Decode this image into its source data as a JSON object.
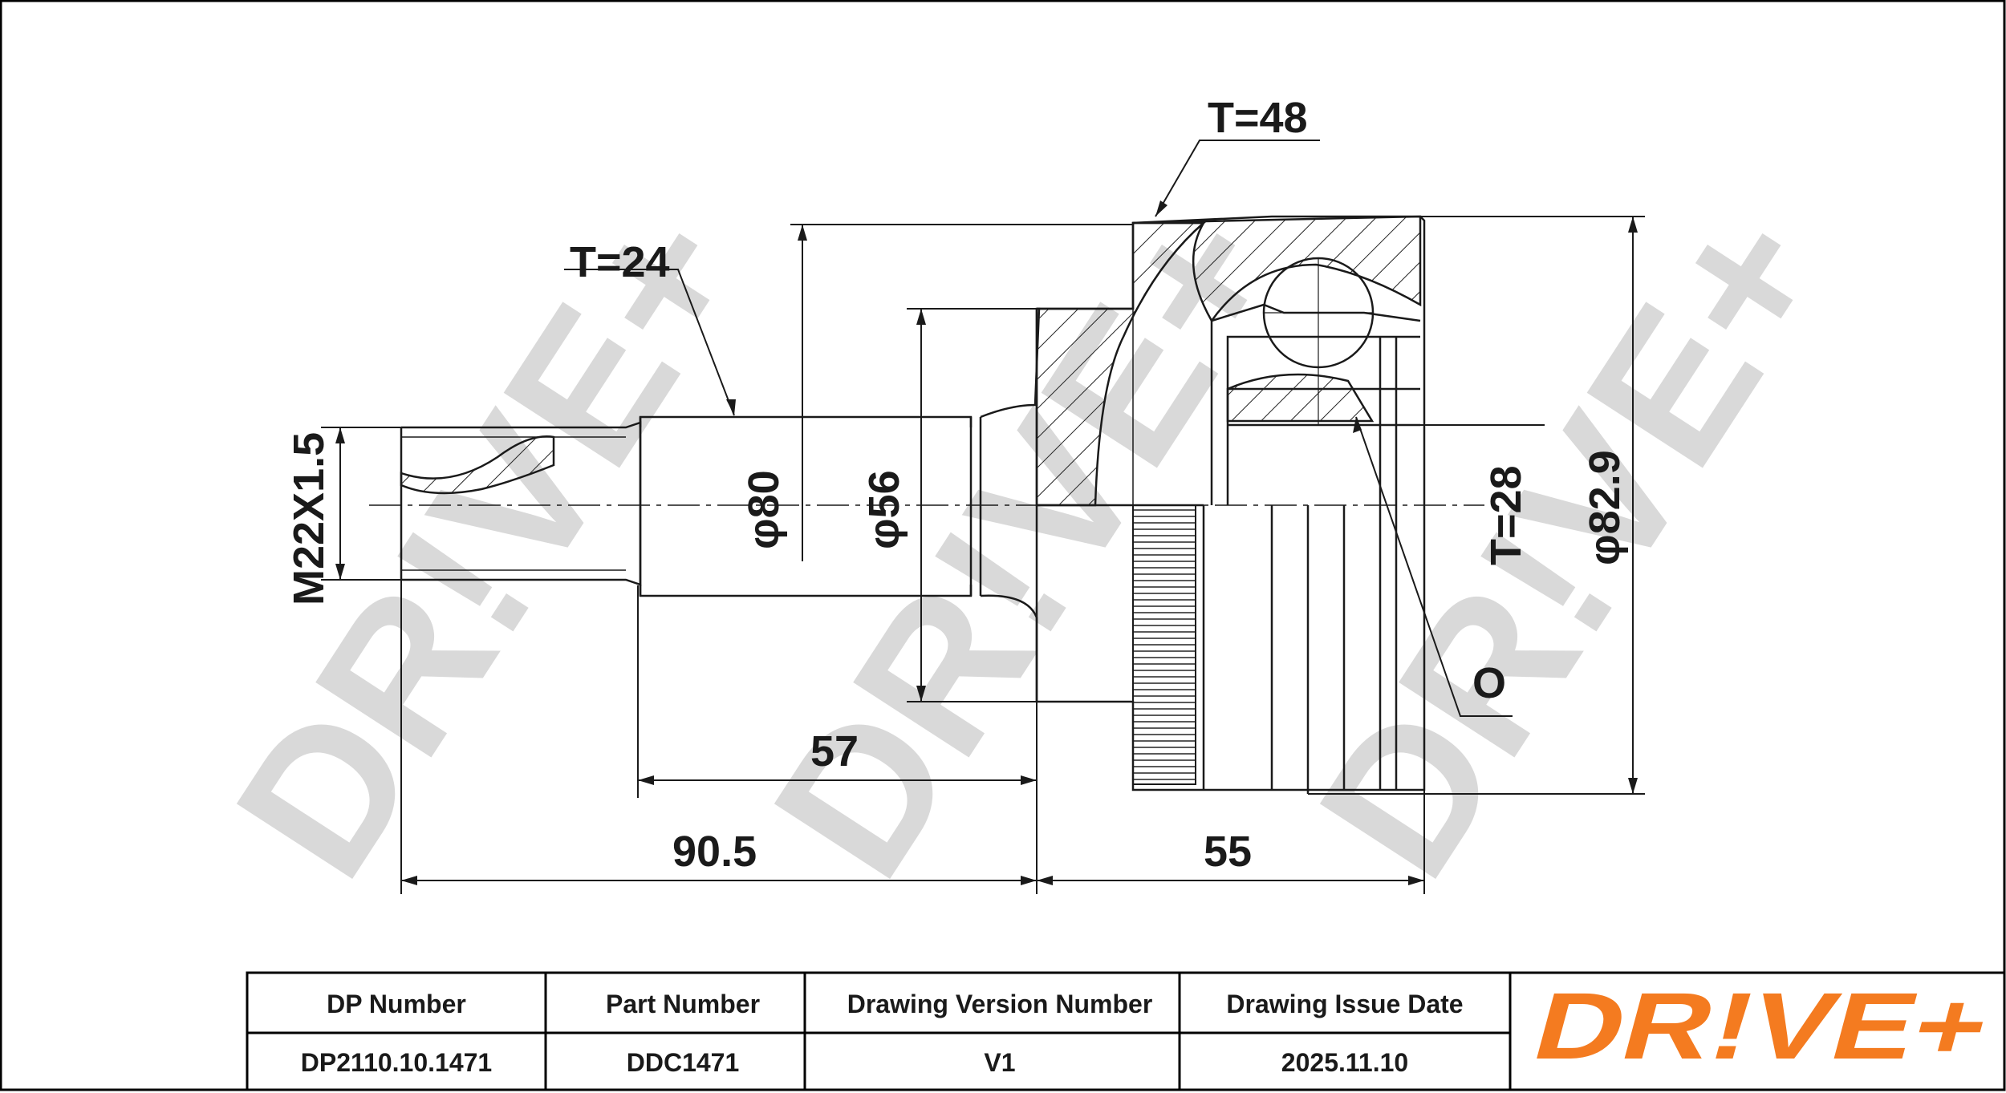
{
  "drawing": {
    "dimensions": {
      "thread": "M22X1.5",
      "t_spline_shaft": "T=24",
      "t_outer": "T=48",
      "t_inner": "T=28",
      "dia_80": "φ80",
      "dia_56": "φ56",
      "dia_82_9": "φ82.9",
      "len_57": "57",
      "len_90_5": "90.5",
      "len_55": "55",
      "oring": "O"
    },
    "watermark": "DR!VE+"
  },
  "title_block": {
    "headers": [
      "DP Number",
      "Part Number",
      "Drawing Version Number",
      "Drawing Issue Date"
    ],
    "values": [
      "DP2110.10.1471",
      "DDC1471",
      "V1",
      "2025.11.10"
    ],
    "logo": {
      "text": "DR!VE+",
      "color": "#f47b20"
    }
  }
}
